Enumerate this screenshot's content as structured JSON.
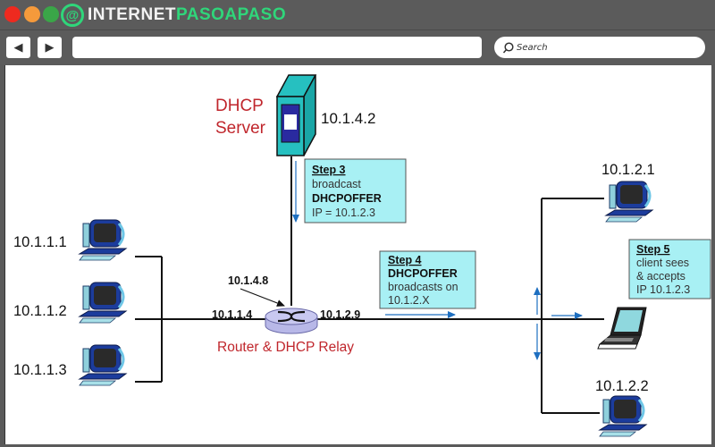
{
  "browser": {
    "window_controls": [
      "close",
      "minimize",
      "maximize"
    ],
    "logo": {
      "icon": "at-sign-icon",
      "part1": "INTERNET",
      "part2": "PASOAPASO"
    },
    "nav": {
      "back_icon": "◀",
      "forward_icon": "▶"
    },
    "url_value": "",
    "search_placeholder": "Search"
  },
  "diagram": {
    "server": {
      "title_line1": "DHCP",
      "title_line2": "Server",
      "ip": "10.1.4.2"
    },
    "router": {
      "label": "Router & DHCP Relay",
      "ip_top": "10.1.4.8",
      "ip_left": "10.1.1.4",
      "ip_right": "10.1.2.9"
    },
    "left_hosts": [
      "10.1.1.1",
      "10.1.1.2",
      "10.1.1.3"
    ],
    "right_hosts": {
      "top": "10.1.2.1",
      "bottom": "10.1.2.2"
    },
    "step3": {
      "title": "Step 3",
      "line1": "broadcast",
      "line2": "DHCPOFFER",
      "line3": "IP = 10.1.2.3"
    },
    "step4": {
      "title": "Step 4",
      "line1": "DHCPOFFER",
      "line2": "broadcasts on",
      "line3": "10.1.2.X"
    },
    "step5": {
      "title": "Step 5",
      "line1": "client sees",
      "line2": "& accepts",
      "line3": "IP 10.1.2.3"
    },
    "colors": {
      "label_red": "#c0262c",
      "callout_fill": "#a8f0f4",
      "arrow_blue": "#1e6fc0",
      "server_teal": "#26c0c0",
      "server_panel": "#2a2aa0"
    }
  }
}
